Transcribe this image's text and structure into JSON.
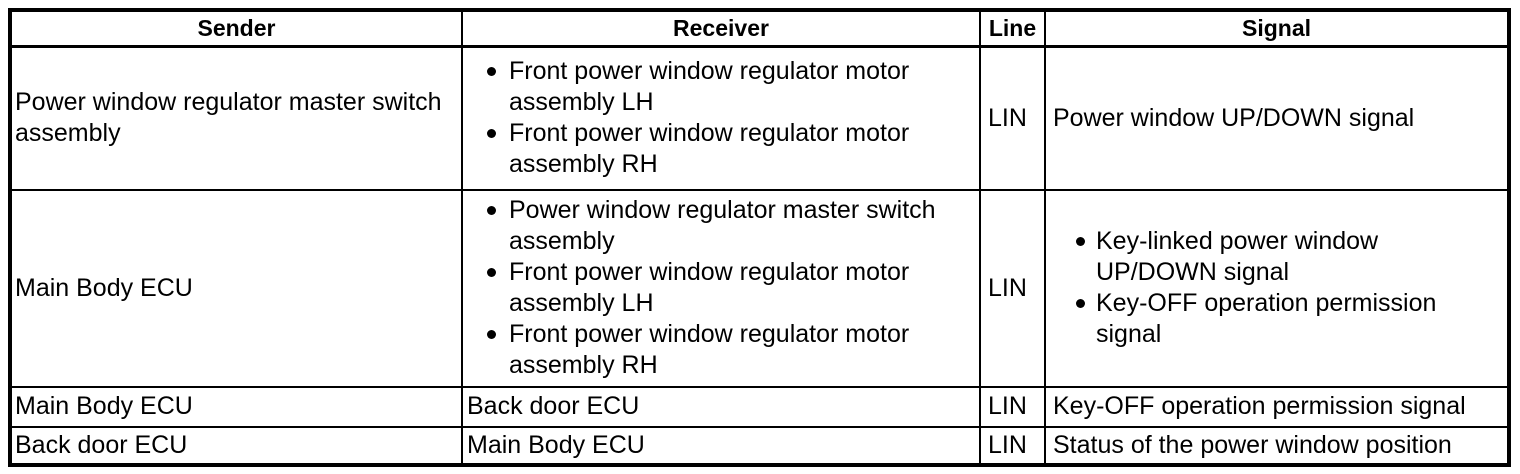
{
  "table": {
    "headers": {
      "sender": "Sender",
      "receiver": "Receiver",
      "line": "Line",
      "signal": "Signal"
    },
    "rows": [
      {
        "sender": "Power window regulator master switch assembly",
        "receiver_items": [
          "Front power window regulator motor assembly LH",
          "Front power window regulator motor assembly RH"
        ],
        "line": "LIN",
        "signal": "Power window UP/DOWN signal"
      },
      {
        "sender": "Main Body ECU",
        "receiver_items": [
          "Power window regulator master switch assembly",
          "Front power window regulator motor assembly LH",
          "Front power window regulator motor assembly RH"
        ],
        "line": "LIN",
        "signal_items": [
          "Key-linked power window UP/DOWN signal",
          "Key-OFF operation permission signal"
        ]
      },
      {
        "sender": "Main Body ECU",
        "receiver": "Back door ECU",
        "line": "LIN",
        "signal": "Key-OFF operation permission signal"
      },
      {
        "sender": "Back door ECU",
        "receiver": "Main Body ECU",
        "line": "LIN",
        "signal": "Status of the power window position"
      }
    ],
    "colors": {
      "border": "#000000",
      "text": "#000000",
      "background": "#ffffff"
    }
  }
}
